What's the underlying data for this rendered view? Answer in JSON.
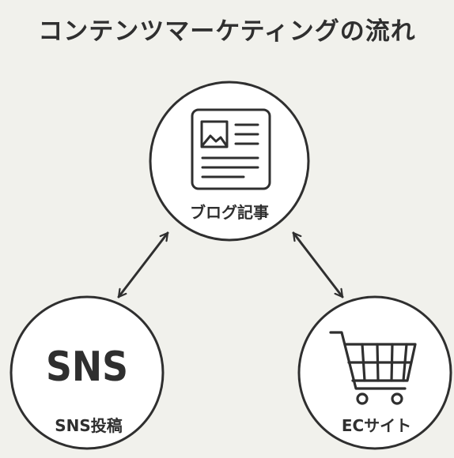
{
  "title": "コンテンツマーケティングの流れ",
  "nodes": {
    "blog": {
      "label": "ブログ記事",
      "icon": "article-icon"
    },
    "sns": {
      "label": "SNS投稿",
      "icon_text": "SNS"
    },
    "ec": {
      "label": "ECサイト",
      "icon": "shopping-cart-icon"
    }
  },
  "connections": [
    {
      "from": "blog",
      "to": "sns",
      "direction": "bidirectional"
    },
    {
      "from": "blog",
      "to": "ec",
      "direction": "bidirectional"
    }
  ],
  "colors": {
    "background": "#f1f1ec",
    "circle_fill": "#ffffff",
    "stroke": "#2f2f2f",
    "text": "#2f2f2f"
  }
}
